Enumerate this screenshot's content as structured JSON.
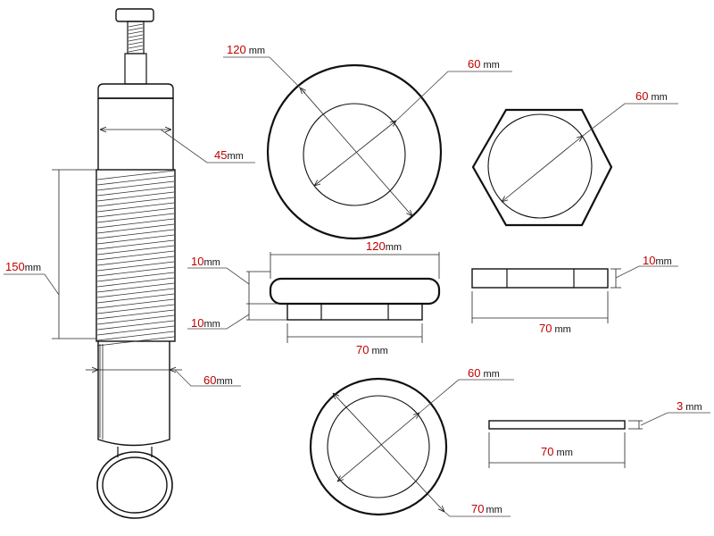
{
  "colors": {
    "dimension_value": "#c00000",
    "line": "#111111",
    "background": "#ffffff"
  },
  "dimensions": {
    "shaft_top_diameter": {
      "value": "45",
      "unit": "mm"
    },
    "threaded_length": {
      "value": "150",
      "unit": "mm"
    },
    "body_diameter": {
      "value": "60",
      "unit": "mm"
    },
    "ring_outer_diameter": {
      "value": "120",
      "unit": "mm"
    },
    "ring_inner_diameter": {
      "value": "60",
      "unit": "mm"
    },
    "hex_inner_diameter": {
      "value": "60",
      "unit": "mm"
    },
    "side_width": {
      "value": "120",
      "unit": "mm"
    },
    "side_top_thickness": {
      "value": "10",
      "unit": "mm"
    },
    "side_bottom_thickness": {
      "value": "10",
      "unit": "mm"
    },
    "side_base_width": {
      "value": "70",
      "unit": "mm"
    },
    "hex_thickness": {
      "value": "10",
      "unit": "mm"
    },
    "hex_width": {
      "value": "70",
      "unit": "mm"
    },
    "washer_inner_diameter": {
      "value": "60",
      "unit": "mm"
    },
    "washer_outer_diameter": {
      "value": "70",
      "unit": "mm"
    },
    "plate_thickness": {
      "value": "3",
      "unit": " mm"
    },
    "plate_width": {
      "value": "70",
      "unit": " mm"
    }
  }
}
